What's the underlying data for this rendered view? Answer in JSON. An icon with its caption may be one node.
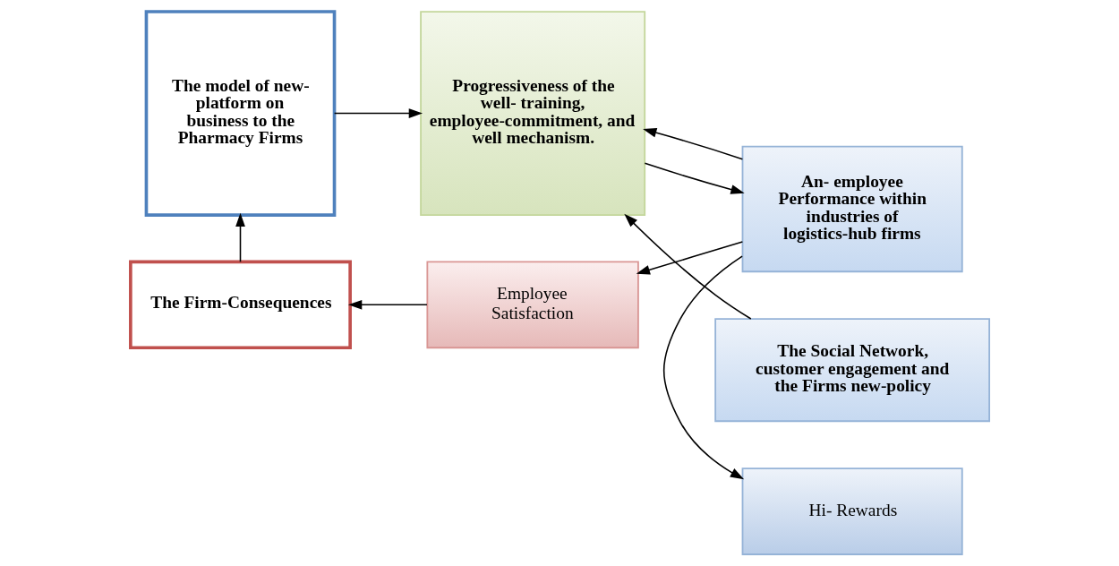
{
  "diagram": {
    "nodes": [
      {
        "text": [
          "The model of new-platform on business to the Pharmacy Firms"
        ]
      },
      {
        "text": [
          "Progressiveness of the well- training, employee-commitment, and well mechanism."
        ]
      },
      {
        "text": [
          "The Social Network, customer engagement and the Firms new-policy"
        ]
      },
      {
        "text": [
          "An- employee Performance within industries of logistics-hub firms"
        ]
      },
      {
        "text": [
          "Hi- Rewards"
        ]
      },
      {
        "text": [
          "Employee Satisfaction"
        ]
      },
      {
        "text": [
          "The Firm-Consequences"
        ]
      }
    ],
    "edges": [
      {
        "from": 0,
        "to": 1,
        "arrow": "to"
      },
      {
        "from": 1,
        "to": 3,
        "arrow": "to"
      },
      {
        "from": 2,
        "to": 1,
        "arrow": "to"
      },
      {
        "from": 3,
        "to": 1,
        "arrow": "to"
      },
      {
        "from": 3,
        "to": 4,
        "arrow": "to"
      },
      {
        "from": 3,
        "to": 5,
        "arrow": "to"
      },
      {
        "from": 5,
        "to": 6,
        "arrow": "to"
      },
      {
        "from": 6,
        "to": 0,
        "arrow": "to"
      }
    ]
  }
}
